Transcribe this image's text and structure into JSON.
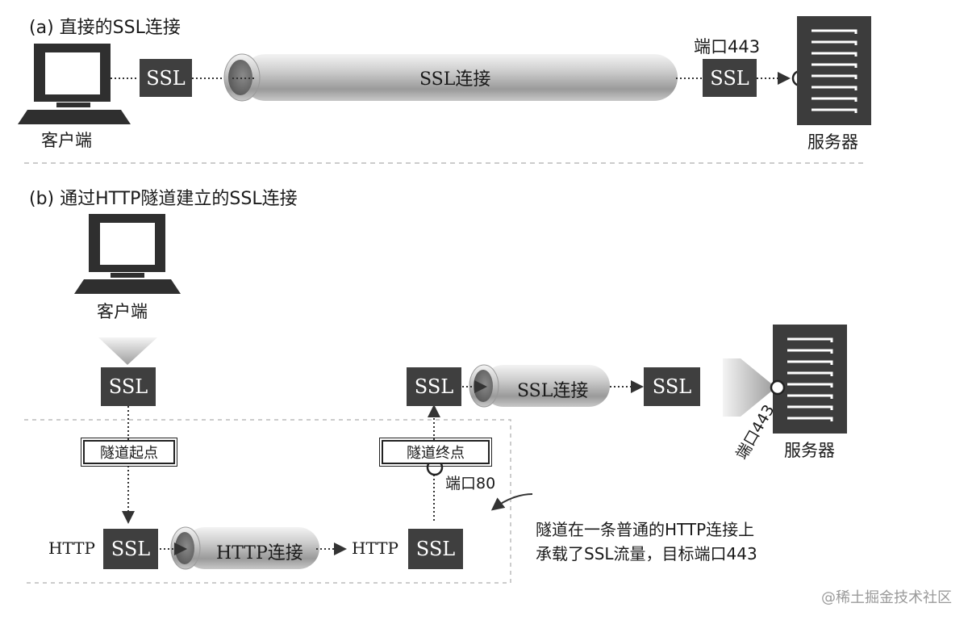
{
  "section_a": {
    "caption": "(a) 直接的SSL连接",
    "client_label": "客户端",
    "server_label": "服务器",
    "ssl_client": "SSL",
    "ssl_server": "SSL",
    "tunnel_label": "SSL连接",
    "port_label": "端口443"
  },
  "section_b": {
    "caption": "(b) 通过HTTP隧道建立的SSL连接",
    "client_label": "客户端",
    "server_label": "服务器",
    "ssl_client": "SSL",
    "tunnel_start": "隧道起点",
    "tunnel_end": "隧道终点",
    "port80": "端口80",
    "http_left": "HTTP",
    "http_right": "HTTP",
    "ssl_http_left": "SSL",
    "ssl_http_right": "SSL",
    "http_tunnel_label": "HTTP连接",
    "ssl_upper_left": "SSL",
    "ssl_upper_right": "SSL",
    "ssl_tunnel_label": "SSL连接",
    "port443": "端口443",
    "note_line1": "隧道在一条普通的HTTP连接上",
    "note_line2": "承载了SSL流量，目标端口443"
  },
  "watermark": "@稀土掘金技术社区"
}
